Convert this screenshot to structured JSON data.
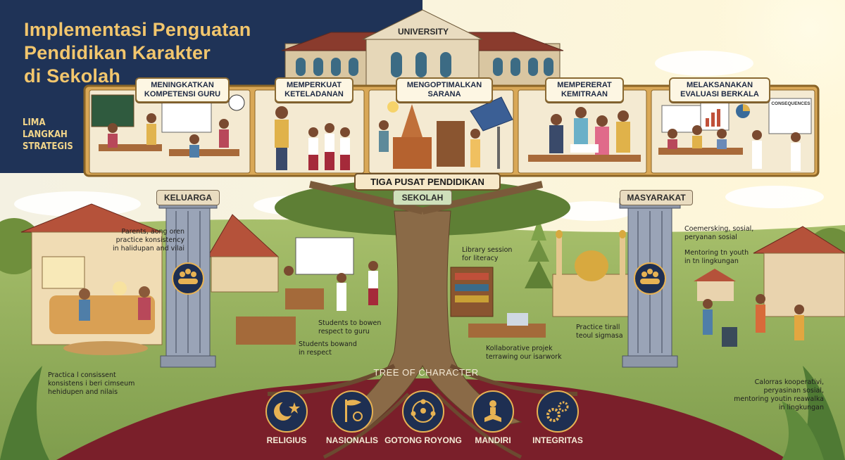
{
  "header": {
    "title_lines": [
      "Implementasi Penguatan",
      "Pendidikan Karakter",
      "di Sekolah"
    ],
    "subtitle_lines": [
      "LIMA",
      "LANGKAH",
      "STRATEGIS"
    ],
    "building_label": "UNIVERSITY"
  },
  "steps": [
    {
      "lines": [
        "MENINGKATKAN",
        "KOMPETENSI GURU"
      ]
    },
    {
      "lines": [
        "MEMPERKUAT",
        "KETELADANAN"
      ]
    },
    {
      "lines": [
        "MENGOPTIMALKAN",
        "SARANA"
      ]
    },
    {
      "lines": [
        "MEMPERERAT",
        "KEMITRAAN"
      ]
    },
    {
      "lines": [
        "MELAKSANAKAN",
        "EVALUASI BERKALA"
      ]
    }
  ],
  "evaluation_sign": "CONSEQUENCES",
  "centers": {
    "banner": "TIGA PUSAT PENDIDIKAN",
    "left": "KELUARGA",
    "middle": "SEKOLAH",
    "right": "MASYARAKAT"
  },
  "notes": {
    "family_top": [
      "Parents, aong oren",
      "practice konsistency",
      "in halidupan and vilai"
    ],
    "family_bottom": [
      "Practica l consissent",
      "konsistens i beri cimseum",
      "hehidupen and nilais"
    ],
    "students_respect": [
      "Students to bowen",
      "respect to guru"
    ],
    "students_bowand": [
      "Students bowand",
      "in respect"
    ],
    "library": [
      "Library session",
      "for literacy"
    ],
    "practice": [
      "Practice tirall",
      "teoul sigmasa"
    ],
    "kollab": [
      "Kollaborative projek",
      "terrawing our isarwork"
    ],
    "community_top": [
      "Coemersking, sosial,",
      "peryanan sosial"
    ],
    "mentoring": [
      "Mentoring tn youth",
      "in tn lingkungan"
    ],
    "community_bottom": [
      "Calorras kooperativi,",
      "peryasinan sosial,",
      "mentoring youtin reawalka",
      "in lingkungan"
    ]
  },
  "tree": {
    "title": "TREE OF CHARACTER",
    "values": [
      {
        "label": "RELIGIUS",
        "icon": "crescent-star-icon"
      },
      {
        "label": "NASIONALIS",
        "icon": "flag-gear-icon"
      },
      {
        "label": "GOTONG ROYONG",
        "icon": "people-circle-icon"
      },
      {
        "label": "MANDIRI",
        "icon": "reading-person-icon"
      },
      {
        "label": "INTEGRITAS",
        "icon": "gears-icon"
      }
    ]
  },
  "colors": {
    "navy": "#1f3357",
    "gold": "#e7b253",
    "cream": "#fbf1da",
    "maroon": "#7a1f2a",
    "trunk": "#8a6a47",
    "icon_bg": "#1e2f52"
  }
}
